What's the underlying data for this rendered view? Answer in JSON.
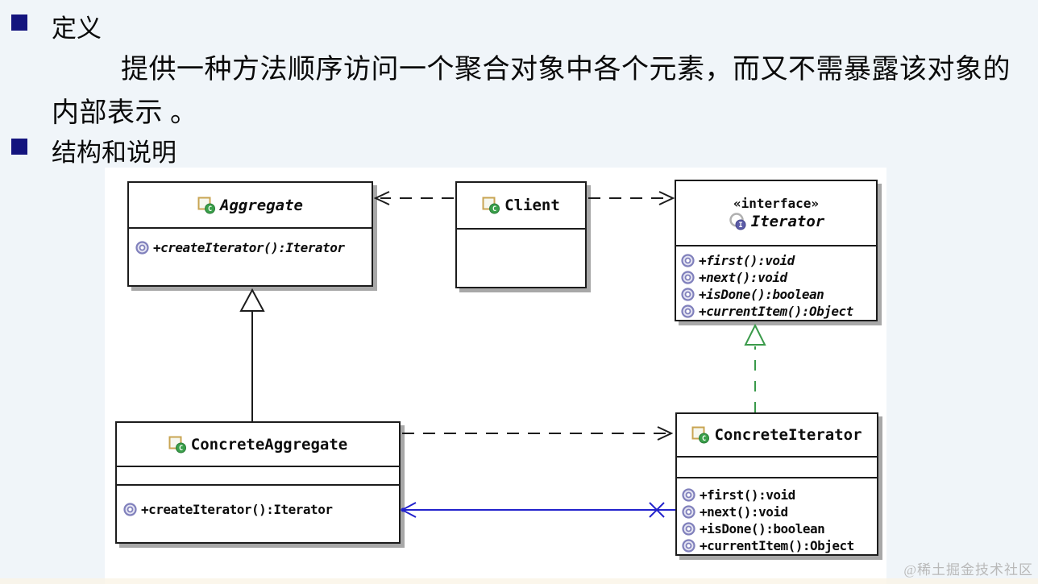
{
  "content": {
    "heading_definition": "定义",
    "definition_line1": "提供一种方法顺序访问一个聚合对象中各个元素，而又不需暴露该对象的",
    "definition_line2": "内部表示 。",
    "heading_structure": "结构和说明"
  },
  "watermark": "@稀土掘金技术社区",
  "colors": {
    "page_background": "#f0f5f9",
    "bullet_navy": "#14147e",
    "box_border": "#1c1c1c",
    "box_shadow": "#a8a8a8",
    "association_blue": "#2222cc",
    "realization_green": "#3a9a4a",
    "method_icon_purple": "#8080bc",
    "class_icon_square": "#c8a452",
    "class_icon_circle_green": "#3aa04a",
    "interface_icon_circle": "#5c5ca8",
    "watermark_gray": "#b9b9b9"
  },
  "diagram": {
    "type": "uml-class-diagram",
    "classes": [
      {
        "name": "Aggregate",
        "stereotype": "",
        "abstract": true,
        "attributes": [],
        "methods": [
          "+createIterator():Iterator"
        ]
      },
      {
        "name": "Client",
        "stereotype": "",
        "abstract": false,
        "attributes": [],
        "methods": []
      },
      {
        "name": "Iterator",
        "stereotype": "«interface»",
        "abstract": true,
        "attributes": [],
        "methods": [
          "+first():void",
          "+next():void",
          "+isDone():boolean",
          "+currentItem():Object"
        ]
      },
      {
        "name": "ConcreteAggregate",
        "stereotype": "",
        "abstract": false,
        "attributes": [],
        "methods": [
          "+createIterator():Iterator"
        ]
      },
      {
        "name": "ConcreteIterator",
        "stereotype": "",
        "abstract": false,
        "attributes": [],
        "methods": [
          "+first():void",
          "+next():void",
          "+isDone():boolean",
          "+currentItem():Object"
        ]
      }
    ],
    "relations": [
      {
        "from": "Client",
        "to": "Aggregate",
        "type": "dependency",
        "style": "dashed, open arrowhead",
        "color": "#1c1c1c"
      },
      {
        "from": "Client",
        "to": "Iterator",
        "type": "dependency",
        "style": "dashed, open arrowhead",
        "color": "#1c1c1c"
      },
      {
        "from": "ConcreteAggregate",
        "to": "Aggregate",
        "type": "generalization",
        "style": "solid, hollow triangle",
        "color": "#1c1c1c"
      },
      {
        "from": "ConcreteIterator",
        "to": "Iterator",
        "type": "realization",
        "style": "dashed, hollow triangle",
        "color": "#3a9a4a"
      },
      {
        "from": "ConcreteAggregate",
        "to": "ConcreteIterator",
        "type": "dependency",
        "style": "dashed, open arrowhead",
        "color": "#1c1c1c"
      },
      {
        "from": "ConcreteIterator",
        "to": "ConcreteAggregate",
        "type": "association",
        "style": "solid, open arrowhead with X marker near source",
        "color": "#2222cc"
      }
    ]
  }
}
